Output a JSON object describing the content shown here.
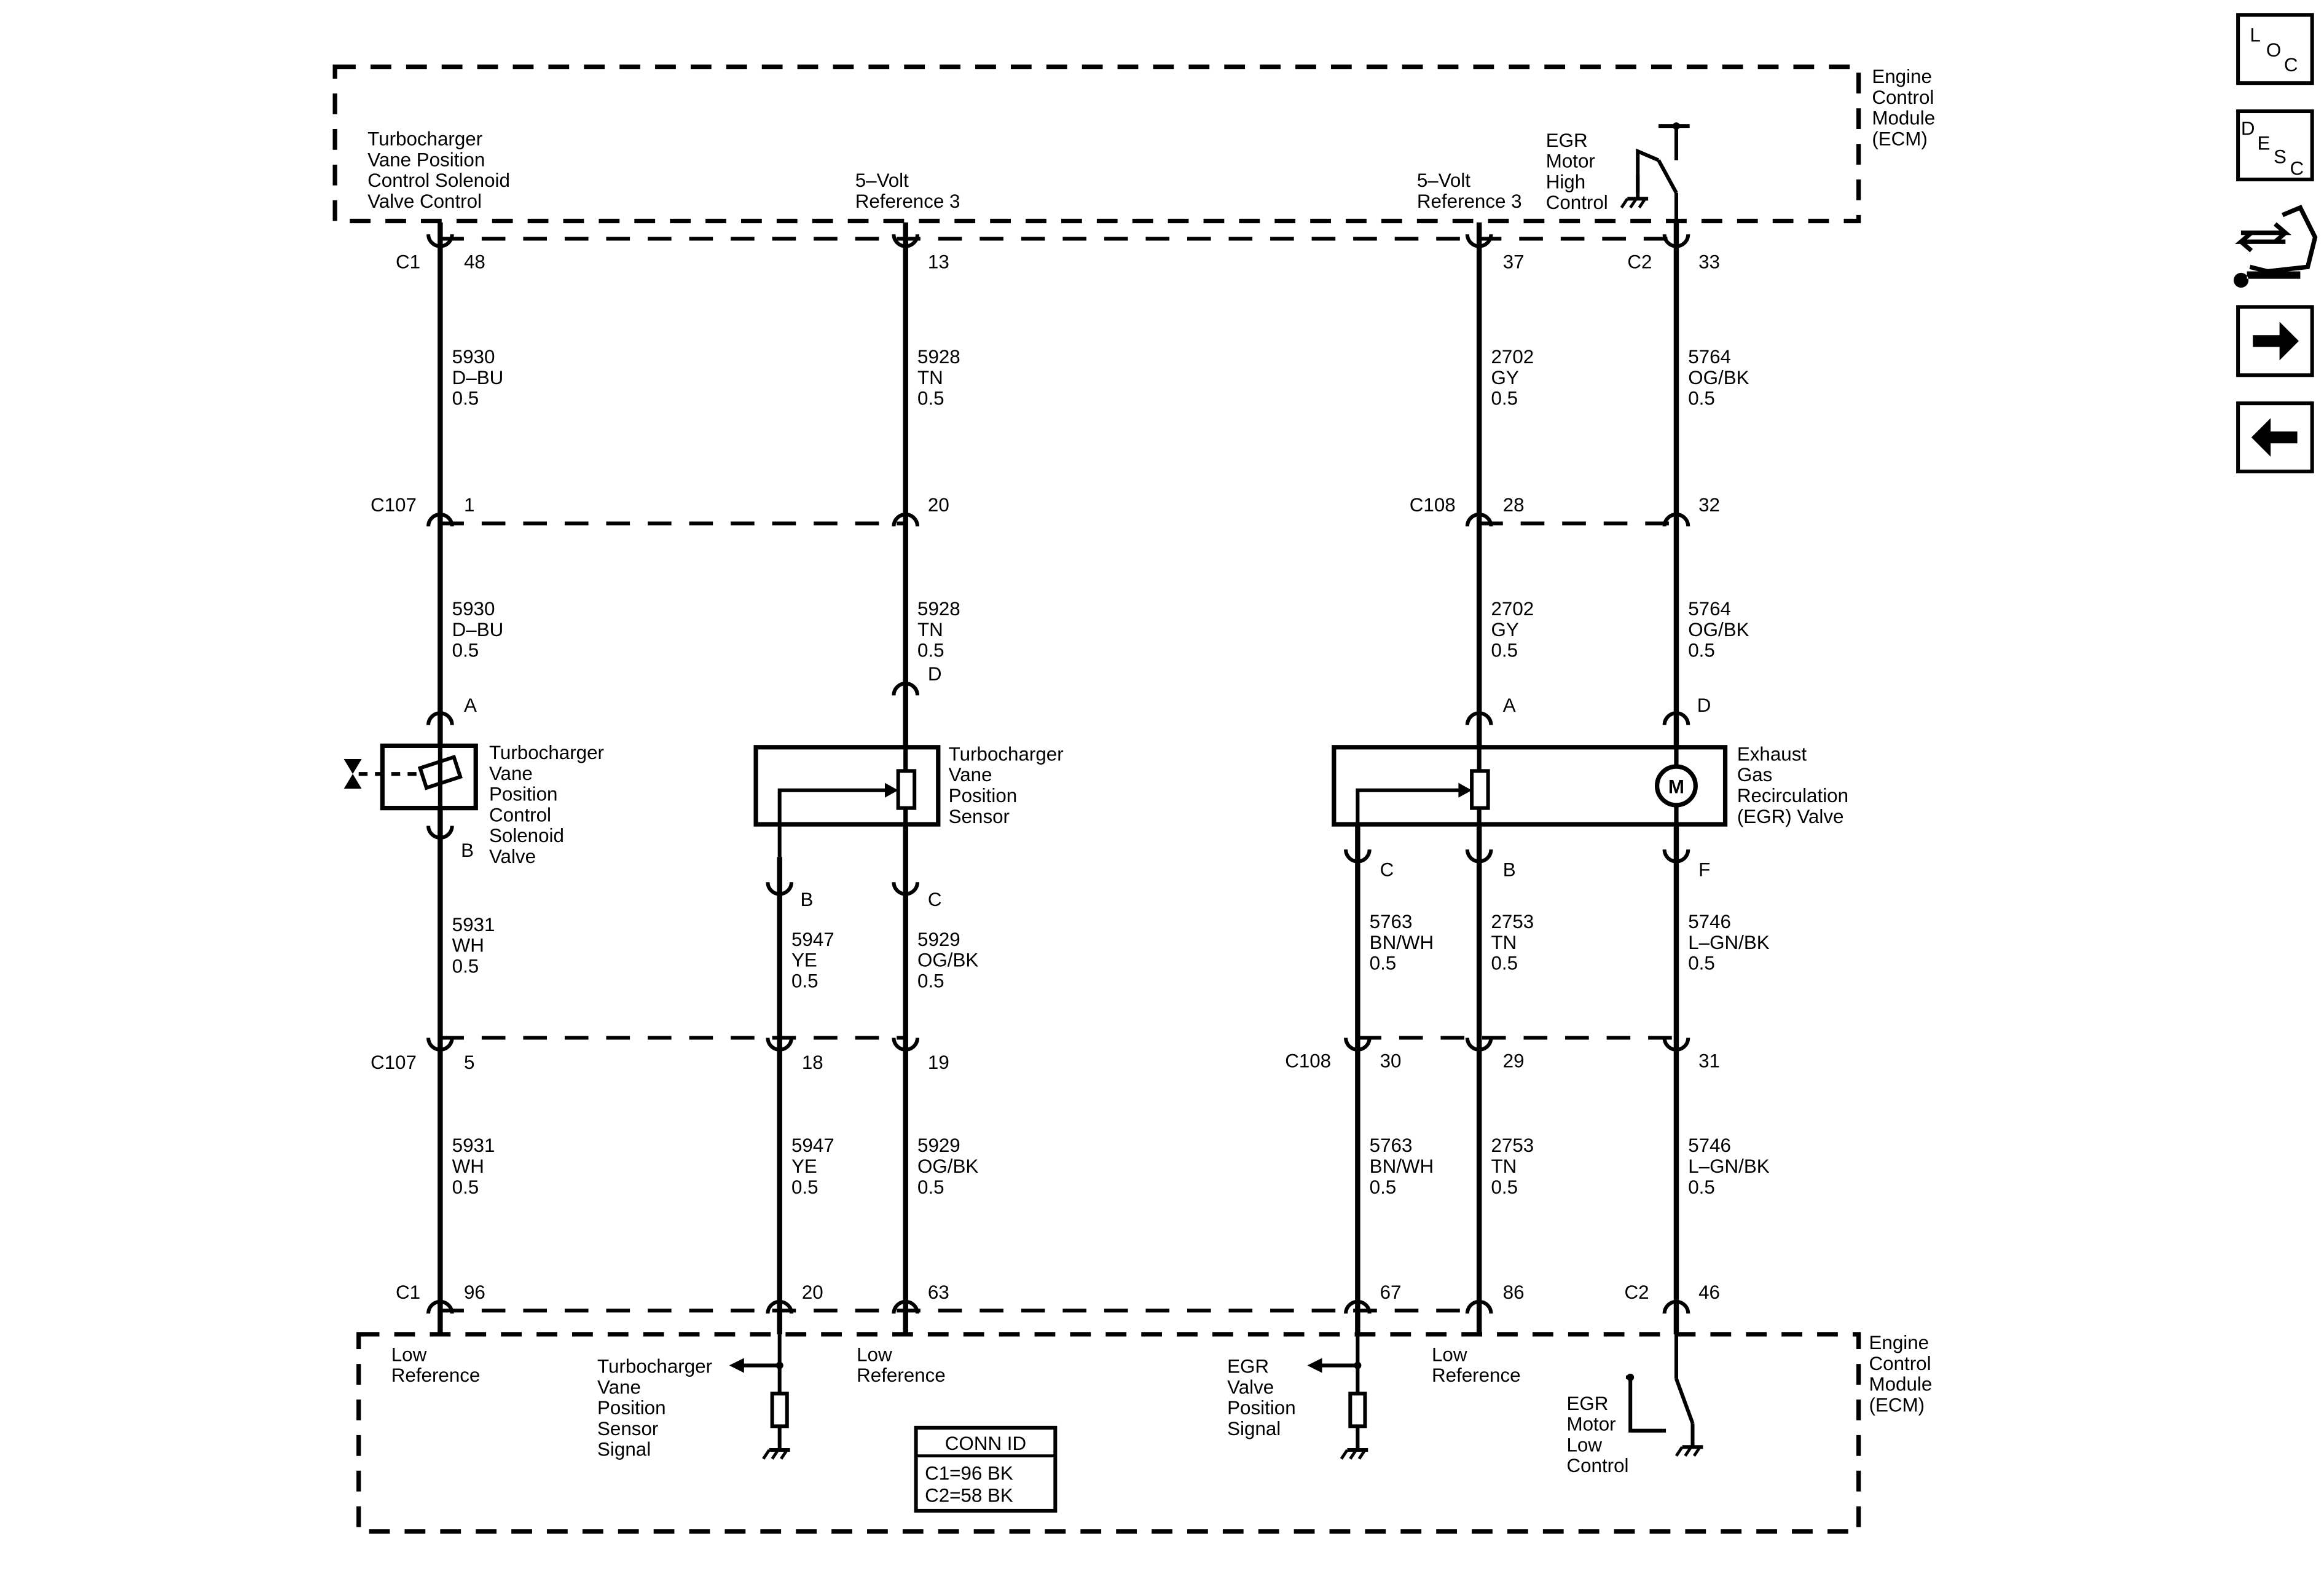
{
  "ecm_top": {
    "label": [
      "Engine",
      "Control",
      "Module",
      "(ECM)"
    ]
  },
  "ecm_bottom": {
    "label": [
      "Engine",
      "Control",
      "Module",
      "(ECM)"
    ]
  },
  "top_terms": {
    "t1": [
      "Turbocharger",
      "Vane Position",
      "Control Solenoid",
      "Valve Control"
    ],
    "t2": [
      "5–Volt",
      "Reference 3"
    ],
    "t3": [
      "5–Volt",
      "Reference 3"
    ],
    "t4": [
      "EGR",
      "Motor",
      "High",
      "Control"
    ]
  },
  "bottom_terms": {
    "b1": [
      "Low",
      "Reference"
    ],
    "b2": [
      "Turbocharger",
      "Vane",
      "Position",
      "Sensor",
      "Signal"
    ],
    "b3": [
      "Low",
      "Reference"
    ],
    "b4": [
      "EGR",
      "Valve",
      "Position",
      "Signal"
    ],
    "b5": [
      "Low",
      "Reference"
    ],
    "b6": [
      "EGR",
      "Motor",
      "Low",
      "Control"
    ]
  },
  "connectors": {
    "c1_top": "C1",
    "c2_top": "C2",
    "c107_a": "C107",
    "c108_a": "C108",
    "c107_b": "C107",
    "c108_b": "C108",
    "c1_bot": "C1",
    "c2_bot": "C2"
  },
  "pins": {
    "top": [
      "48",
      "13",
      "37",
      "33"
    ],
    "row2": [
      "1",
      "20",
      "28",
      "32"
    ],
    "row3": [
      "5",
      "18",
      "19",
      "30",
      "29",
      "31"
    ],
    "bottom": [
      "96",
      "20",
      "63",
      "67",
      "86",
      "46"
    ]
  },
  "comp_pins": {
    "sol_a": "A",
    "sol_b": "B",
    "tvps_d": "D",
    "tvps_b": "B",
    "tvps_c": "C",
    "egr_a": "A",
    "egr_d": "D",
    "egr_c": "C",
    "egr_b": "B",
    "egr_f": "F"
  },
  "wires": {
    "w1": [
      "5930",
      "D–BU",
      "0.5"
    ],
    "w2": [
      "5928",
      "TN",
      "0.5"
    ],
    "w3": [
      "2702",
      "GY",
      "0.5"
    ],
    "w4": [
      "5764",
      "OG/BK",
      "0.5"
    ],
    "w5": [
      "5931",
      "WH",
      "0.5"
    ],
    "w6": [
      "5947",
      "YE",
      "0.5"
    ],
    "w7": [
      "5929",
      "OG/BK",
      "0.5"
    ],
    "w8": [
      "5763",
      "BN/WH",
      "0.5"
    ],
    "w9": [
      "2753",
      "TN",
      "0.5"
    ],
    "w10": [
      "5746",
      "L–GN/BK",
      "0.5"
    ]
  },
  "components": {
    "solenoid": [
      "Turbocharger",
      "Vane",
      "Position",
      "Control",
      "Solenoid",
      "Valve"
    ],
    "tvps": [
      "Turbocharger",
      "Vane",
      "Position",
      "Sensor"
    ],
    "egr": [
      "Exhaust",
      "Gas",
      "Recirculation",
      "(EGR) Valve"
    ],
    "motor": "M"
  },
  "conn_id": {
    "title": "CONN ID",
    "lines": [
      "C1=96 BK",
      "C2=58 BK"
    ]
  },
  "nav": {
    "loc": [
      "L",
      "O",
      "C"
    ],
    "desc": [
      "D",
      "E",
      "S",
      "C"
    ]
  },
  "icons": [
    "loc-icon",
    "desc-icon",
    "schematic-icon",
    "next-arrow-icon",
    "previous-arrow-icon"
  ]
}
